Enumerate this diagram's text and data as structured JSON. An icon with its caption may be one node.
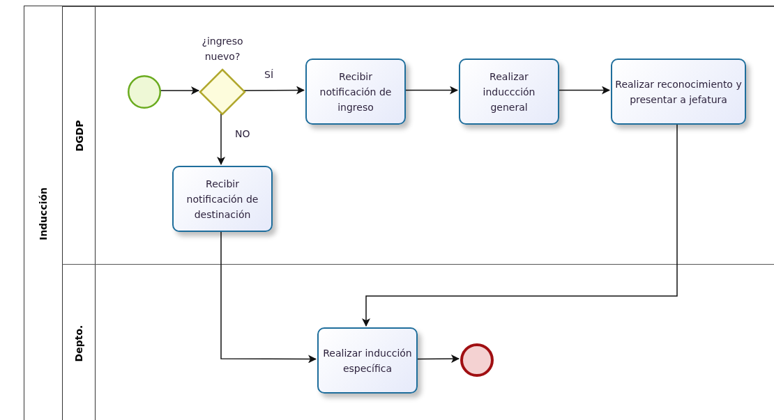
{
  "diagram": {
    "nodes": [
      {
        "text": [
          "Inducción"
        ]
      },
      {
        "text": [
          "DGDP"
        ],
        "in": 0
      },
      {
        "text": [
          "Depto."
        ],
        "in": 0
      },
      {
        "text": [],
        "shape": "circle",
        "in": 1
      },
      {
        "text": [
          "¿ingreso nuevo?"
        ],
        "in": 1
      },
      {
        "text": [
          "Recibir notificación de ingreso"
        ],
        "in": 1
      },
      {
        "text": [
          "Realizar induccción general"
        ],
        "in": 1
      },
      {
        "text": [
          "Realizar reconocimiento y presentar a jefatura"
        ],
        "in": 1
      },
      {
        "text": [
          "Recibir notificación de destinación"
        ],
        "in": 1
      },
      {
        "text": [
          "Realizar inducción específica"
        ],
        "in": 2
      },
      {
        "text": [],
        "shape": "circle",
        "in": 2
      }
    ],
    "edges": [
      {
        "from": 3,
        "to": 4,
        "arrow": "to"
      },
      {
        "from": 4,
        "to": 5,
        "arrow": "to",
        "label": "SÍ"
      },
      {
        "from": 4,
        "to": 8,
        "arrow": "to",
        "label": "NO"
      },
      {
        "from": 5,
        "to": 6,
        "arrow": "to"
      },
      {
        "from": 6,
        "to": 7,
        "arrow": "to"
      },
      {
        "from": 7,
        "to": 9,
        "arrow": "to"
      },
      {
        "from": 8,
        "to": 9,
        "arrow": "to"
      },
      {
        "from": 9,
        "to": 10,
        "arrow": "to"
      }
    ]
  }
}
